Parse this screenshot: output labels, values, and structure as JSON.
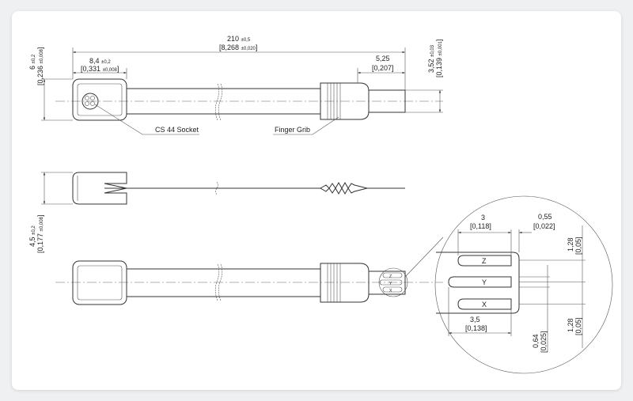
{
  "top_view": {
    "length": "210",
    "length_tol": "±0,5",
    "length_in": "8,268",
    "length_in_tol": "±0,020",
    "head": "8,4",
    "head_tol": "±0,2",
    "head_in": "0,331",
    "head_in_tol": "±0,008",
    "tip": "5,25",
    "tip_in": "0,207",
    "height": "6",
    "height_tol": "±0,2",
    "height_in": "0,236",
    "height_in_tol": "±0,008",
    "probe": "3,52",
    "probe_tol": "±0,03",
    "probe_in": "0,139",
    "probe_in_tol": "±0,001",
    "socket_label": "CS 44 Socket",
    "grip_label": "Finger Grib"
  },
  "side_view": {
    "thickness": "4,5",
    "thickness_tol": "±0,2",
    "thickness_in": "0,177",
    "thickness_in_tol": "±0,008"
  },
  "bottom_view": {
    "sensors": [
      "Z",
      "Y",
      "X"
    ]
  },
  "detail": {
    "w1": "3",
    "w1_in": "0,118",
    "gap": "0,55",
    "gap_in": "0,022",
    "w2": "3,5",
    "w2_in": "0,138",
    "pitch_top": "1,28",
    "pitch_top_in": "0,05",
    "pitch_bottom": "1,28",
    "pitch_bottom_in": "0,05",
    "width": "0,64",
    "width_in": "0,025",
    "sensors": [
      "Z",
      "Y",
      "X"
    ]
  }
}
